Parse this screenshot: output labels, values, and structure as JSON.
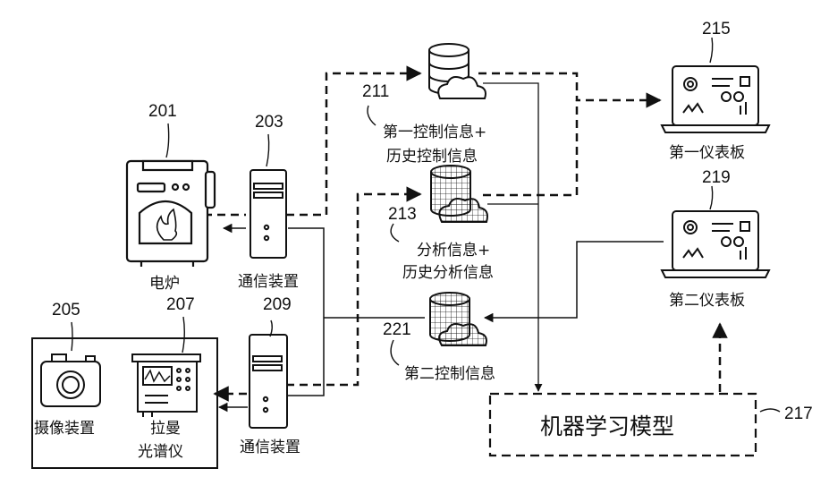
{
  "refs": {
    "r201": "201",
    "r203": "203",
    "r205": "205",
    "r207": "207",
    "r209": "209",
    "r211": "211",
    "r213": "213",
    "r215": "215",
    "r217": "217",
    "r219": "219",
    "r221": "221"
  },
  "labels": {
    "furnace": "电炉",
    "comm1": "通信装置",
    "comm2": "通信装置",
    "camera": "摄像装置",
    "raman_line1": "拉曼",
    "raman_line2": "光谱仪",
    "first_info_line1": "第一控制信息+",
    "first_info_line2": "历史控制信息",
    "analysis_line1": "分析信息+",
    "analysis_line2": "历史分析信息",
    "second_control": "第二控制信息",
    "dashboard1": "第一仪表板",
    "dashboard2": "第二仪表板",
    "ml_model": "机器学习模型"
  },
  "icons": {
    "furnace": "electric-furnace-icon",
    "server": "server-tower-icon",
    "database": "cloud-database-icon",
    "laptop": "laptop-dashboard-icon",
    "camera": "camera-icon",
    "spectrometer": "raman-spectrometer-icon"
  }
}
